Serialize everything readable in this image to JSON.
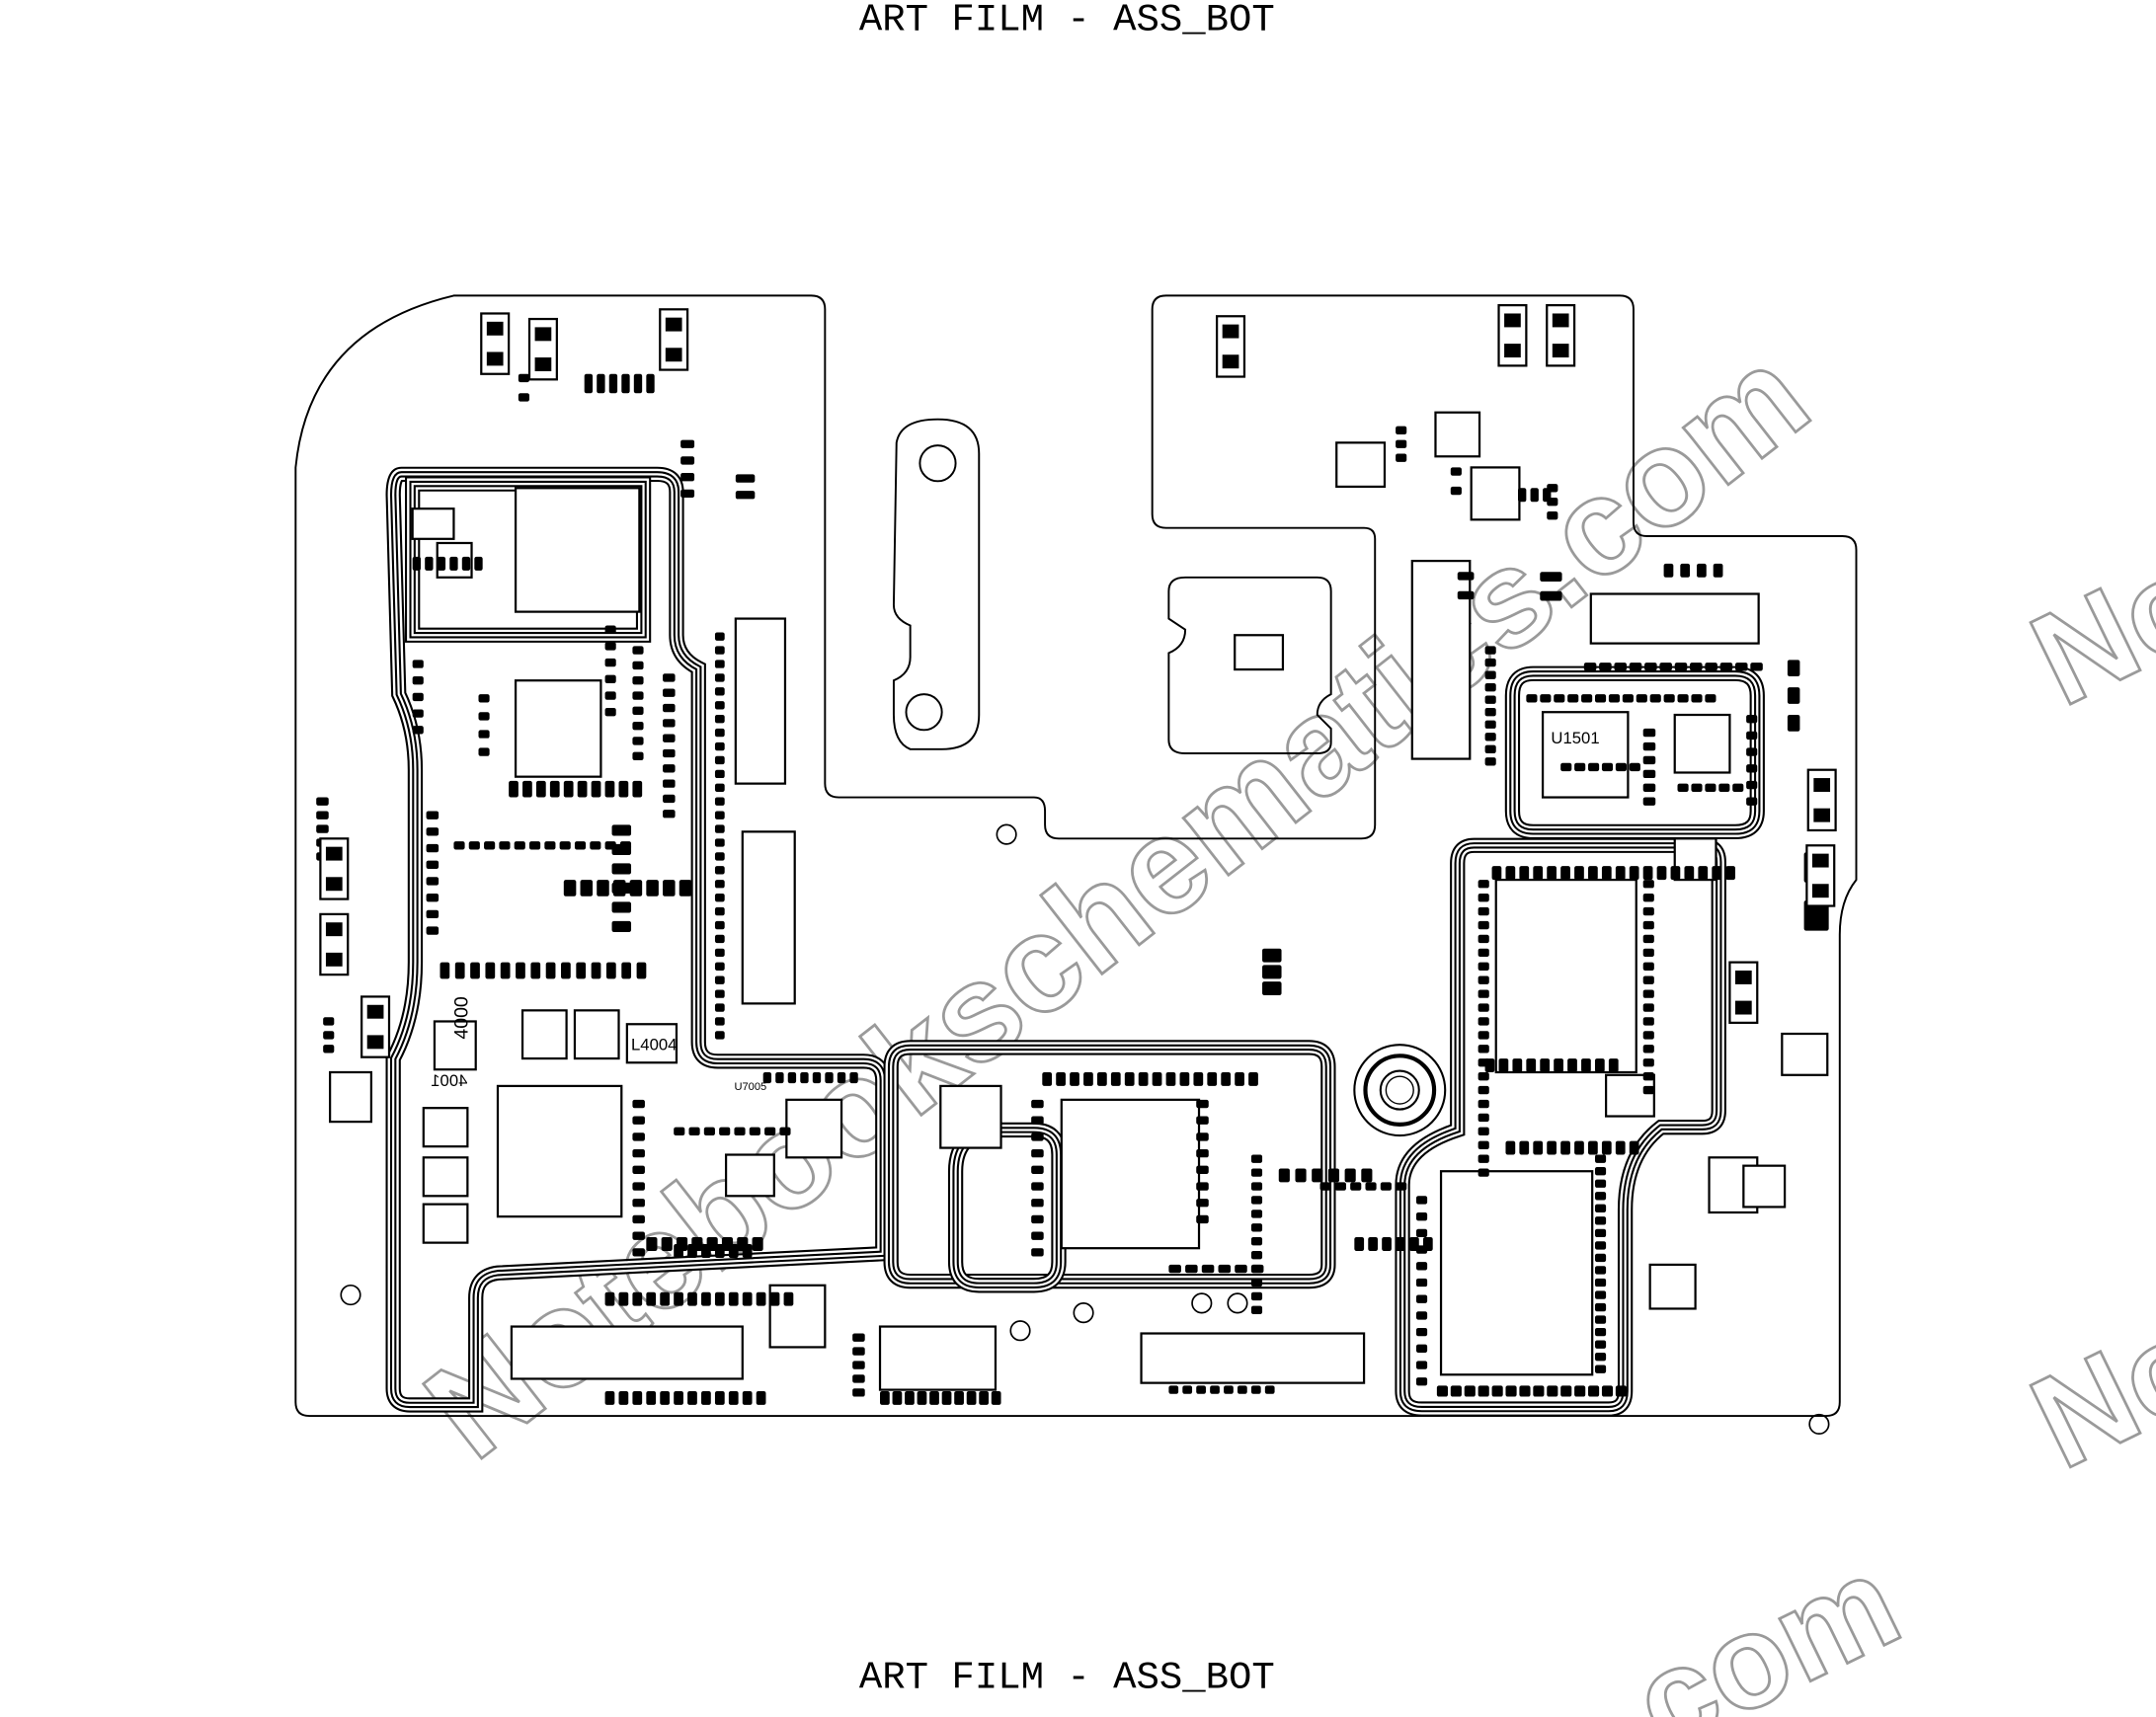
{
  "header": {
    "title": "ART FILM - ASS_BOT"
  },
  "footer": {
    "title": "ART FILM - ASS_BOT"
  },
  "board": {
    "labels": {
      "l4004": "L4004",
      "l4000": "4000",
      "l4001": "4001",
      "u7005": "U7005",
      "u1501": "U1501"
    }
  },
  "watermark": {
    "text": "Notebookschematics.com",
    "partial_right": "No",
    "partial_bottom": "com"
  }
}
